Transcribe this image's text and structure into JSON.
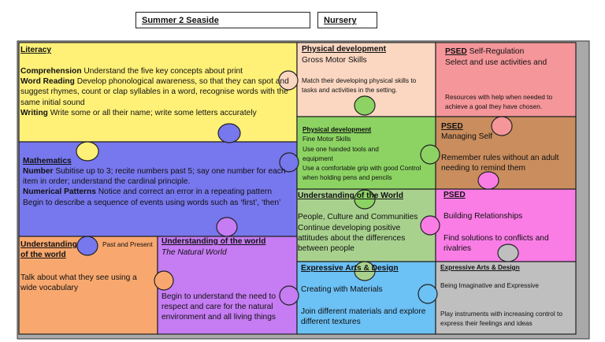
{
  "header": {
    "term": "Summer 2 Seaside",
    "group": "Nursery"
  },
  "literacy": {
    "title": "Literacy",
    "comprehension_label": "Comprehension",
    "comprehension_text": "Understand the five key concepts about print",
    "word_reading_label": "Word Reading",
    "word_reading_text": "Develop phonological awareness, so that they can spot and suggest rhymes, count or clap syllables in a word, recognise words with the same initial sound",
    "writing_label": "Writing",
    "writing_text": "Write some or all their name; write some letters accurately"
  },
  "physical_gross": {
    "title": "Physical development",
    "subtitle": "Gross Motor Skills",
    "text": "Match their developing physical skills to tasks and activities in the setting."
  },
  "psed_self_reg": {
    "title": "PSED",
    "subtitle": "Self-Regulation",
    "line1": "Select and use activities and",
    "text": "Resources with help when needed to achieve a goal they have chosen."
  },
  "mathematics": {
    "title": "Mathematics",
    "number_label": "Number",
    "number_text": "Subitise up to 3; recite numbers past 5; say one number for each item in order; understand the cardinal principle.",
    "patterns_label": "Numerical Patterns",
    "patterns_text": "Notice and correct an error in a repeating pattern",
    "sequence_text": "Begin to describe a sequence of events using words such as ‘first’, ‘then’"
  },
  "physical_fine": {
    "title": "Physical development",
    "subtitle": "Fine Motor Skills",
    "line1": "Use one handed tools and equipment",
    "line2": "Use a comfortable grip with good Control when holding pens and pencils"
  },
  "psed_managing": {
    "title": "PSED",
    "subtitle": "Managing Self",
    "text": "Remember rules without an adult needing to remind them"
  },
  "utw_people": {
    "title": "Understanding of the World",
    "subtitle": "People, Culture and Communities",
    "text": "Continue developing positive attitudes about the differences between people"
  },
  "psed_relationships": {
    "title": "PSED",
    "subtitle": "Building Relationships",
    "text": "Find solutions to conflicts and rivalries"
  },
  "utw_past": {
    "title": "Understanding of the world",
    "subtitle": "Past and Present",
    "text": "Talk about what they see using a wide vocabulary"
  },
  "utw_natural": {
    "title": "Understanding of the world",
    "subtitle": "The Natural World",
    "text": "Begin to understand the need to respect and care for the natural environment and all living things"
  },
  "ead_materials": {
    "title": "Expressive Arts & Design",
    "subtitle": "Creating with Materials",
    "text": "Join different materials and explore different textures"
  },
  "ead_imaginative": {
    "title": "Expressive Arts & Design",
    "subtitle": "Being Imaginative and Expressive",
    "text": "Play instruments with increasing control to express their feelings and ideas"
  },
  "colors": {
    "yellow": "#fff178",
    "peach": "#fbd7c2",
    "salmon": "#f5969a",
    "blue": "#7777ee",
    "green": "#8cd363",
    "brown": "#c98d5e",
    "sage": "#a9d18e",
    "pink": "#fa7de6",
    "orange": "#f8a86f",
    "purple": "#c67cf3",
    "sky": "#6cc1f5",
    "gray": "#bfbfbf",
    "frame": "#a9a9a9",
    "outline": "#222222"
  }
}
